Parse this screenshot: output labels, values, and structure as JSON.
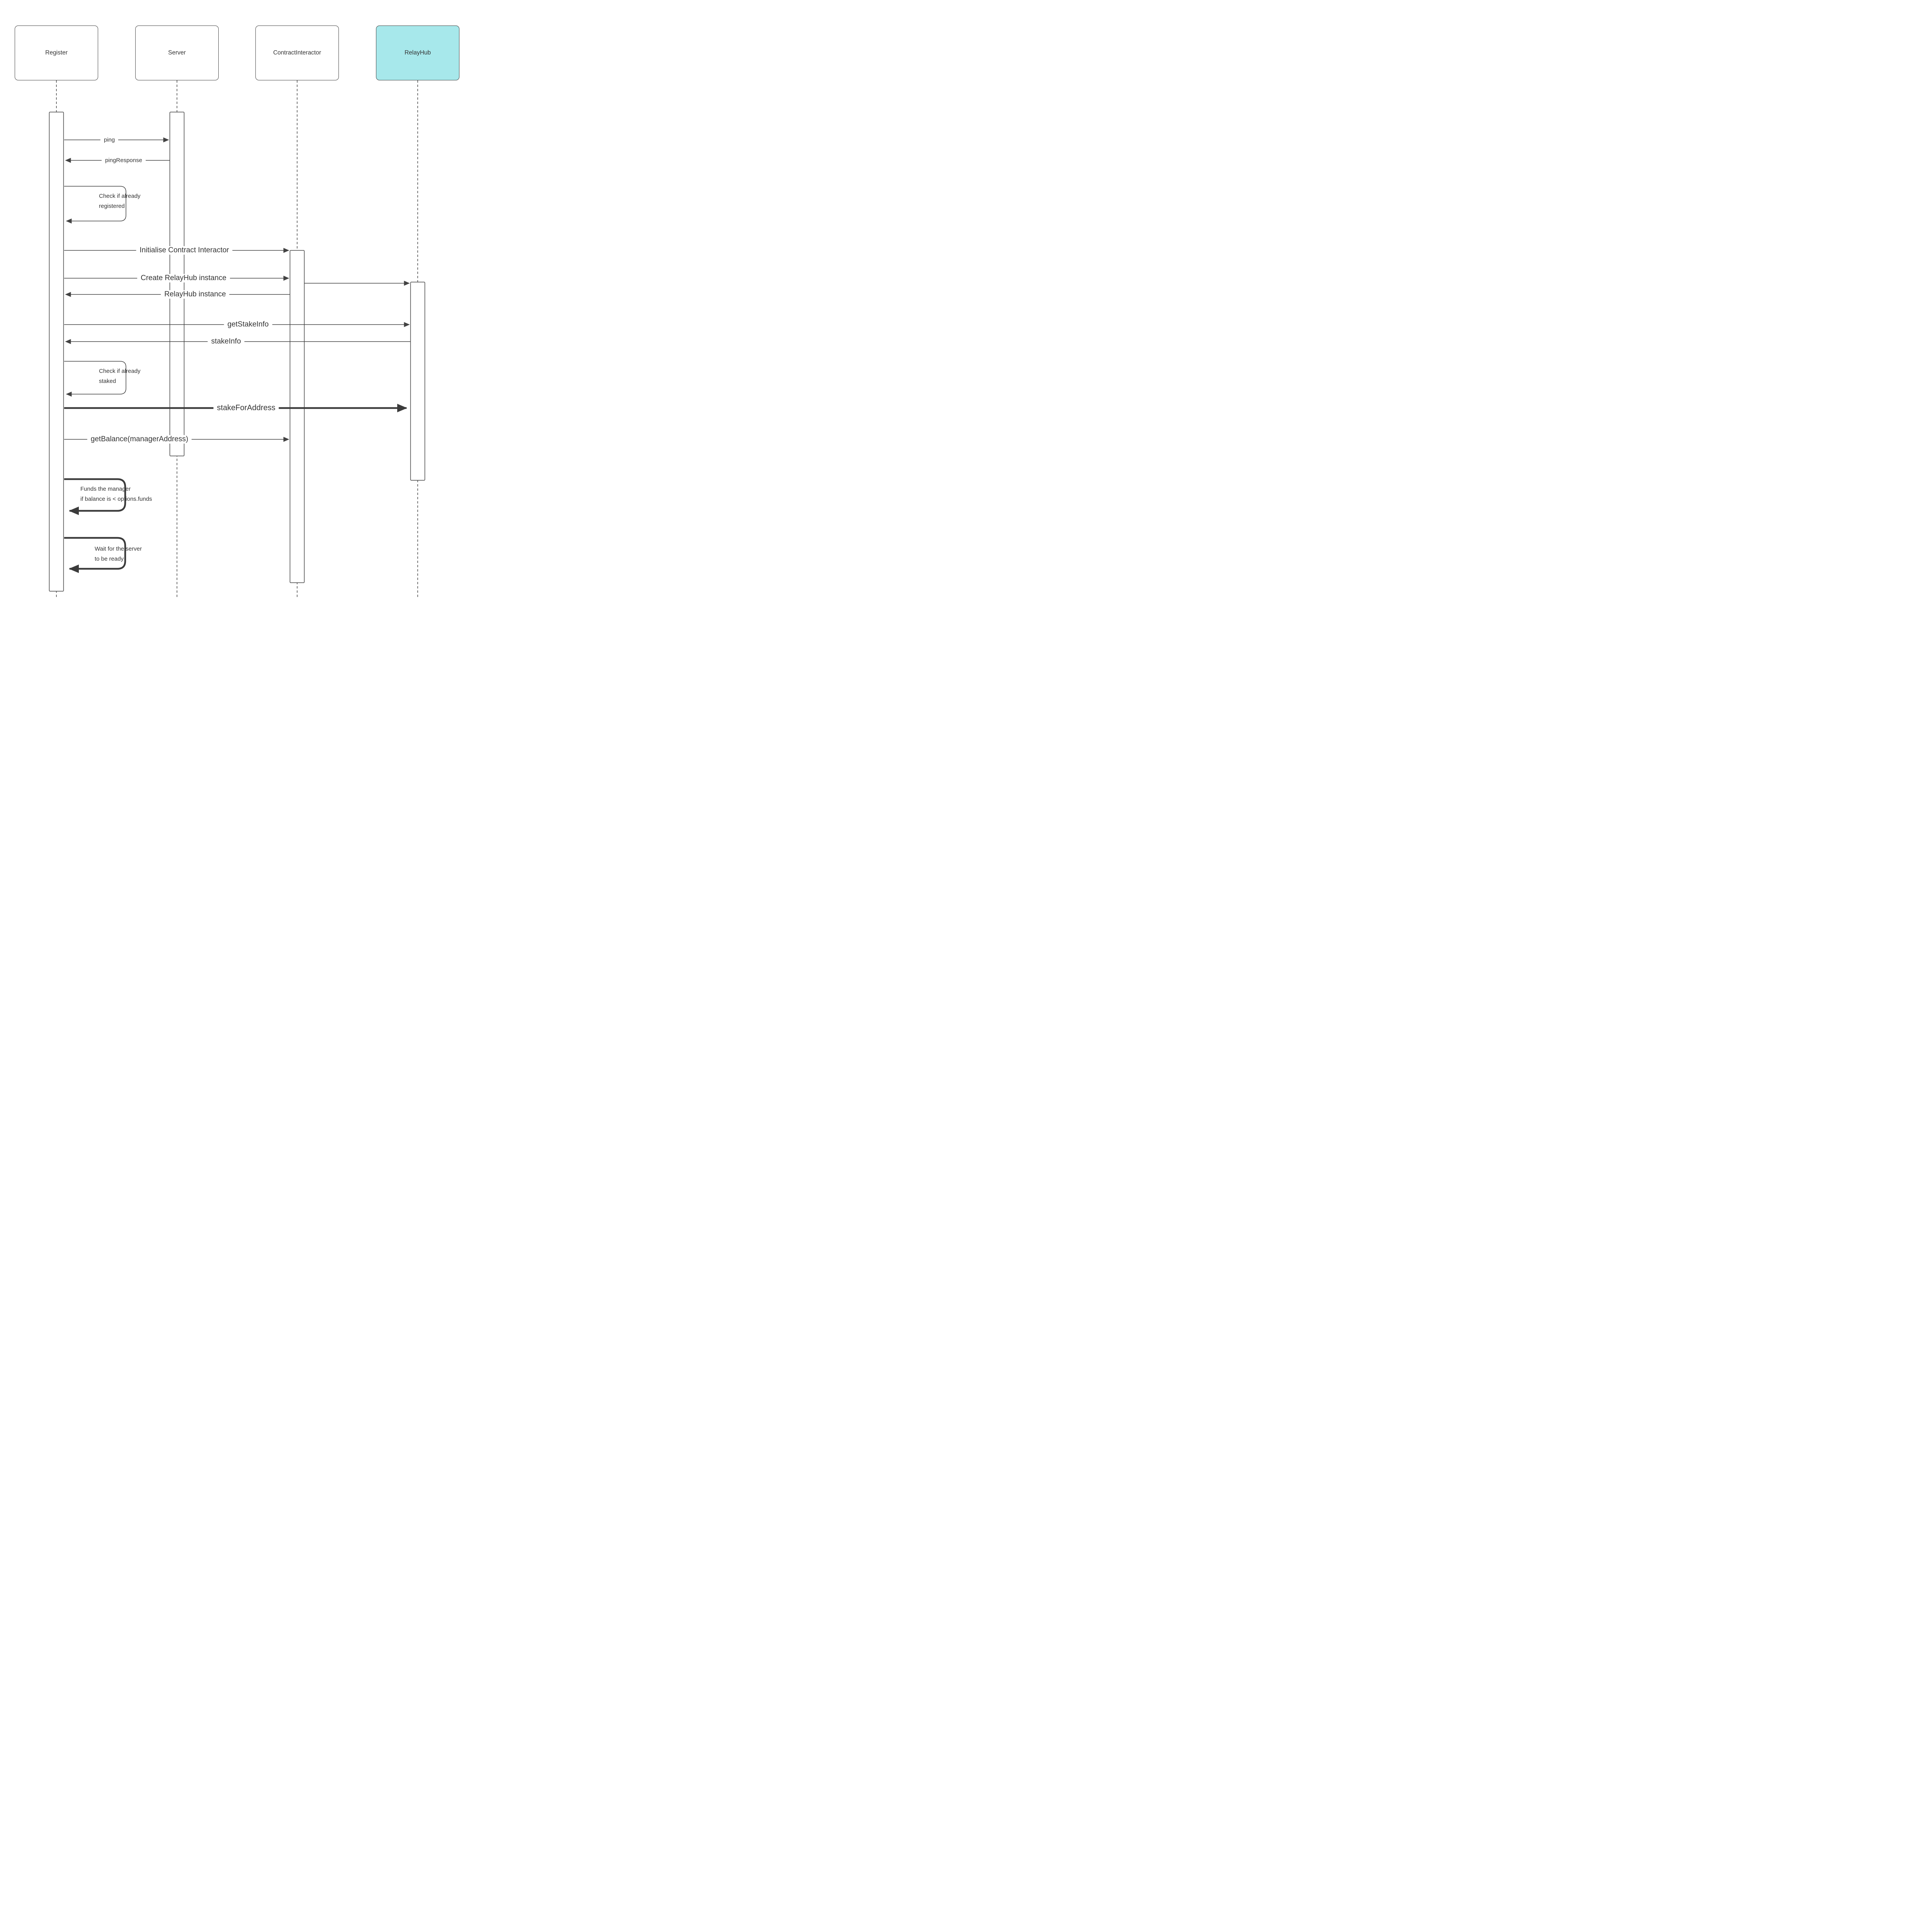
{
  "diagram": {
    "participants": [
      {
        "label": "Register"
      },
      {
        "label": "Server"
      },
      {
        "label": "ContractInteractor"
      },
      {
        "label": "RelayHub"
      }
    ],
    "messages": [
      {
        "label": "ping"
      },
      {
        "label": "pingResponse"
      },
      {
        "label": "Initialise Contract Interactor"
      },
      {
        "label": "Create RelayHub instance"
      },
      {
        "label": "RelayHub instance"
      },
      {
        "label": "getStakeInfo"
      },
      {
        "label": "stakeInfo"
      },
      {
        "label": "stakeForAddress"
      },
      {
        "label": "getBalance(managerAddress)"
      }
    ],
    "self_messages": [
      {
        "line1": "Check if already",
        "line2": "registered"
      },
      {
        "line1": "Check if already",
        "line2": "staked"
      },
      {
        "line1": "Funds the manager",
        "line2": "if balance is < options.funds"
      },
      {
        "line1": "Wait for the server",
        "line2": "to be ready"
      }
    ],
    "colors": {
      "relayhub_fill": "#a7e8eb",
      "line": "#424242",
      "text": "#333333"
    }
  }
}
